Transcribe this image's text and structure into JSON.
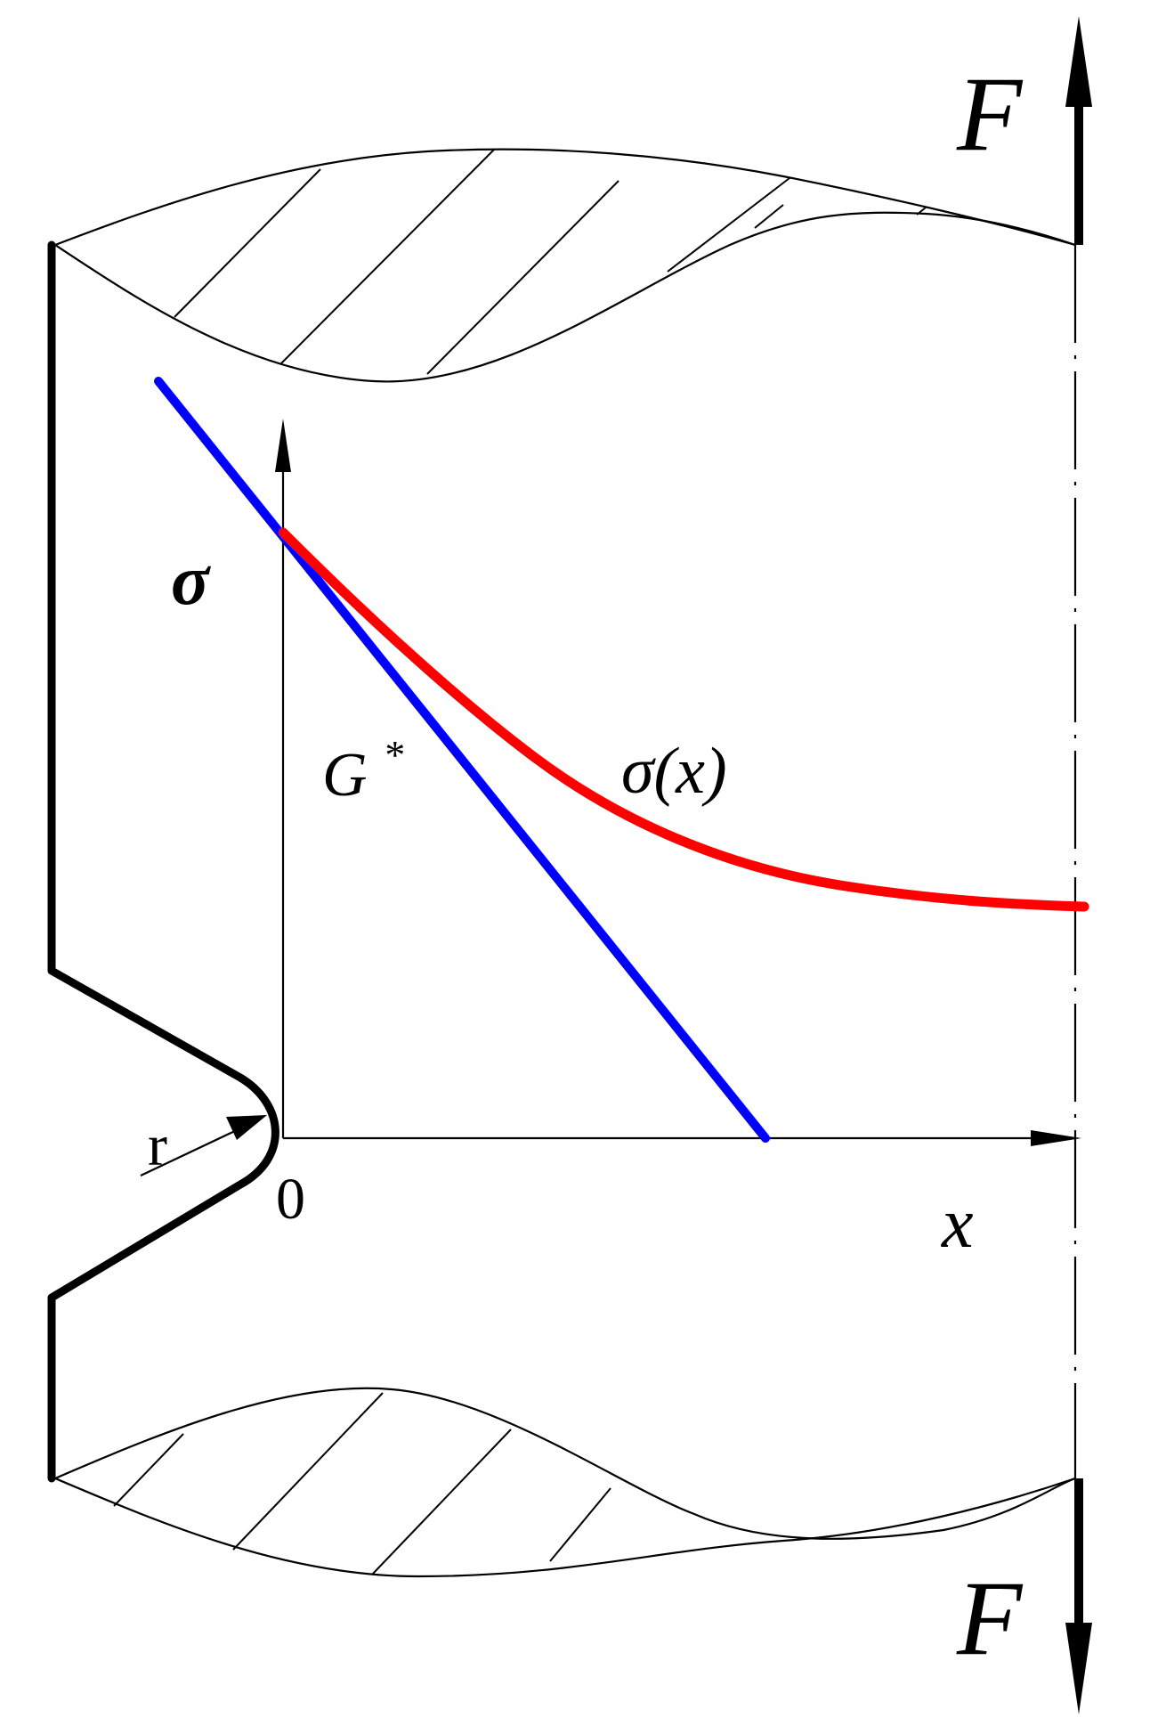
{
  "labels": {
    "force_top": "F",
    "force_bottom": "F",
    "sigma_axis": "σ",
    "x_axis": "x",
    "origin": "0",
    "radius": "r",
    "gradient_main": "G",
    "gradient_sup": "*",
    "stress_curve": "σ(x)"
  },
  "colors": {
    "stress_curve": "#ff0000",
    "gradient_line": "#0000ff",
    "outline": "#000000"
  }
}
